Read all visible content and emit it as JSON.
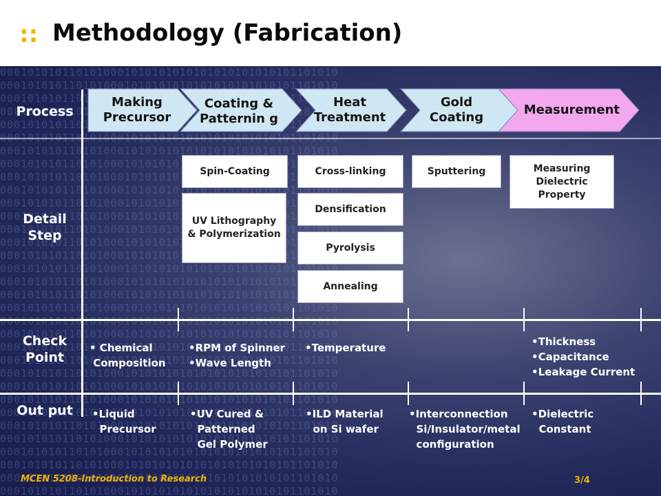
{
  "slide": {
    "title_marker": "::",
    "title": "Methodology (Fabrication)",
    "footer": "MCEN 5208-Introduction to Research",
    "page_number": "3/4"
  },
  "rows": {
    "process": "Process",
    "detail_step": "Detail Step",
    "check_point": "Check Point",
    "output": "Out put"
  },
  "process_steps": [
    {
      "label": "Making Precursor",
      "color": "#cfe7f3"
    },
    {
      "label": "Coating & Patternin g",
      "color": "#cfe7f3"
    },
    {
      "label": "Heat Treatment",
      "color": "#cfe7f3"
    },
    {
      "label": "Gold Coating",
      "color": "#cfe7f3"
    },
    {
      "label": "Measurement",
      "color": "#f2a7ef"
    }
  ],
  "detail_steps": {
    "coating": [
      "Spin-Coating",
      "UV Lithography & Polymerization"
    ],
    "heat": [
      "Cross-linking",
      "Densification",
      "Pyrolysis",
      "Annealing"
    ],
    "gold": [
      "Sputtering"
    ],
    "measure": [
      "Measuring Dielectric Property"
    ]
  },
  "check_points": {
    "precursor": "• Chemical\n Composition",
    "coating": "•RPM of Spinner\n•Wave Length",
    "heat": "•Temperature",
    "measure": "•Thickness\n•Capacitance\n•Leakage Current"
  },
  "outputs": {
    "precursor": "•Liquid\n  Precursor",
    "coating": "•UV Cured &\n  Patterned\n  Gel Polymer",
    "heat": "•ILD Material\n  on Si wafer",
    "gold": "•Interconnection\n  Si/Insulator/metal\n  configuration",
    "measure": "•Dielectric\n  Constant"
  }
}
